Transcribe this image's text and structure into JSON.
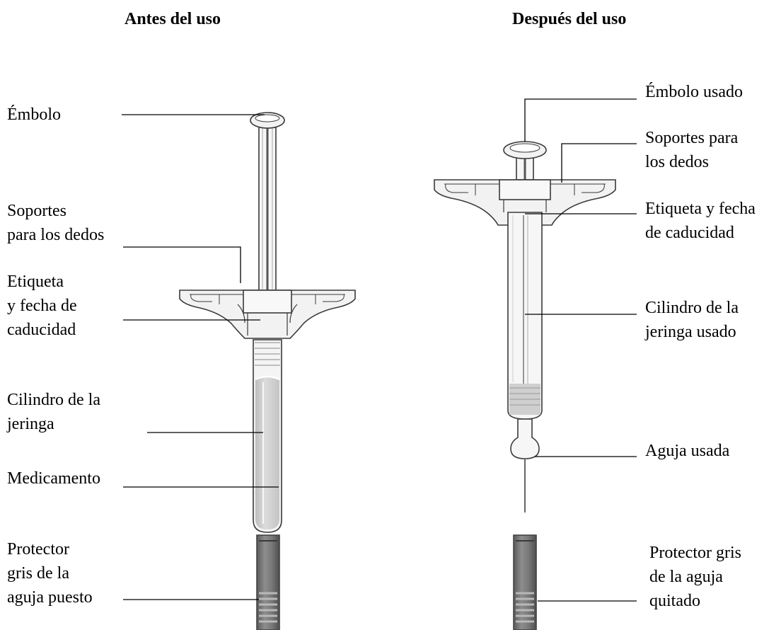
{
  "headings": {
    "before": "Antes del uso",
    "after": "Después del uso"
  },
  "before_labels": {
    "plunger": [
      "Émbolo"
    ],
    "finger_grips": [
      "Soportes",
      "para los dedos"
    ],
    "label_expiry": [
      "Etiqueta",
      "y fecha de",
      "caducidad"
    ],
    "barrel": [
      "Cilindro de la",
      "jeringa"
    ],
    "medicine": [
      "Medicamento"
    ],
    "needle_cover_on": [
      "Protector",
      "gris de la",
      "aguja puesto"
    ]
  },
  "after_labels": {
    "used_plunger": [
      "Émbolo usado"
    ],
    "finger_grips": [
      "Soportes para",
      "los dedos"
    ],
    "label_expiry": [
      "Etiqueta y fecha",
      "de caducidad"
    ],
    "used_barrel": [
      "Cilindro de la",
      "jeringa usado"
    ],
    "used_needle": [
      "Aguja usada"
    ],
    "needle_cover_off": [
      "Protector gris",
      "de la aguja",
      "quitado"
    ]
  },
  "colors": {
    "outline": "#3a3a3a",
    "medicine_fill": "#d0d0d0",
    "cap_dark": "#6b6b6b",
    "cap_mid": "#8a8a8a",
    "barrel_fill": "#f4f4f4"
  }
}
